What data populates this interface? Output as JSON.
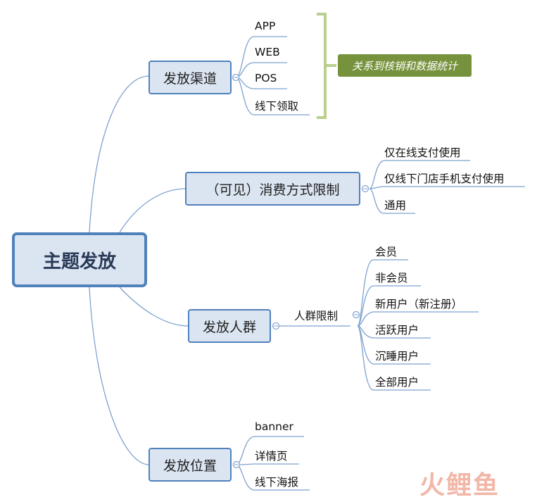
{
  "root": {
    "label": "主题发放"
  },
  "branches": [
    {
      "label": "发放渠道",
      "leaves": [
        "APP",
        "WEB",
        "POS",
        "线下领取"
      ],
      "note": "关系到核销和数据统计"
    },
    {
      "label": "（可见）消费方式限制",
      "leaves": [
        "仅在线支付使用",
        "仅线下门店手机支付使用",
        "通用"
      ]
    },
    {
      "label": "发放人群",
      "sublabel": "人群限制",
      "leaves": [
        "会员",
        "非会员",
        "新用户（新注册）",
        "活跃用户",
        "沉睡用户",
        "全部用户"
      ]
    },
    {
      "label": "发放位置",
      "leaves": [
        "banner",
        "详情页",
        "线下海报"
      ]
    }
  ],
  "watermark": "火鲤鱼",
  "colors": {
    "node_fill": "#dbe5f1",
    "node_border": "#4f81bd",
    "connector": "#6f95c7",
    "bracket": "#b8cf8e",
    "note_fill": "#76923c"
  }
}
